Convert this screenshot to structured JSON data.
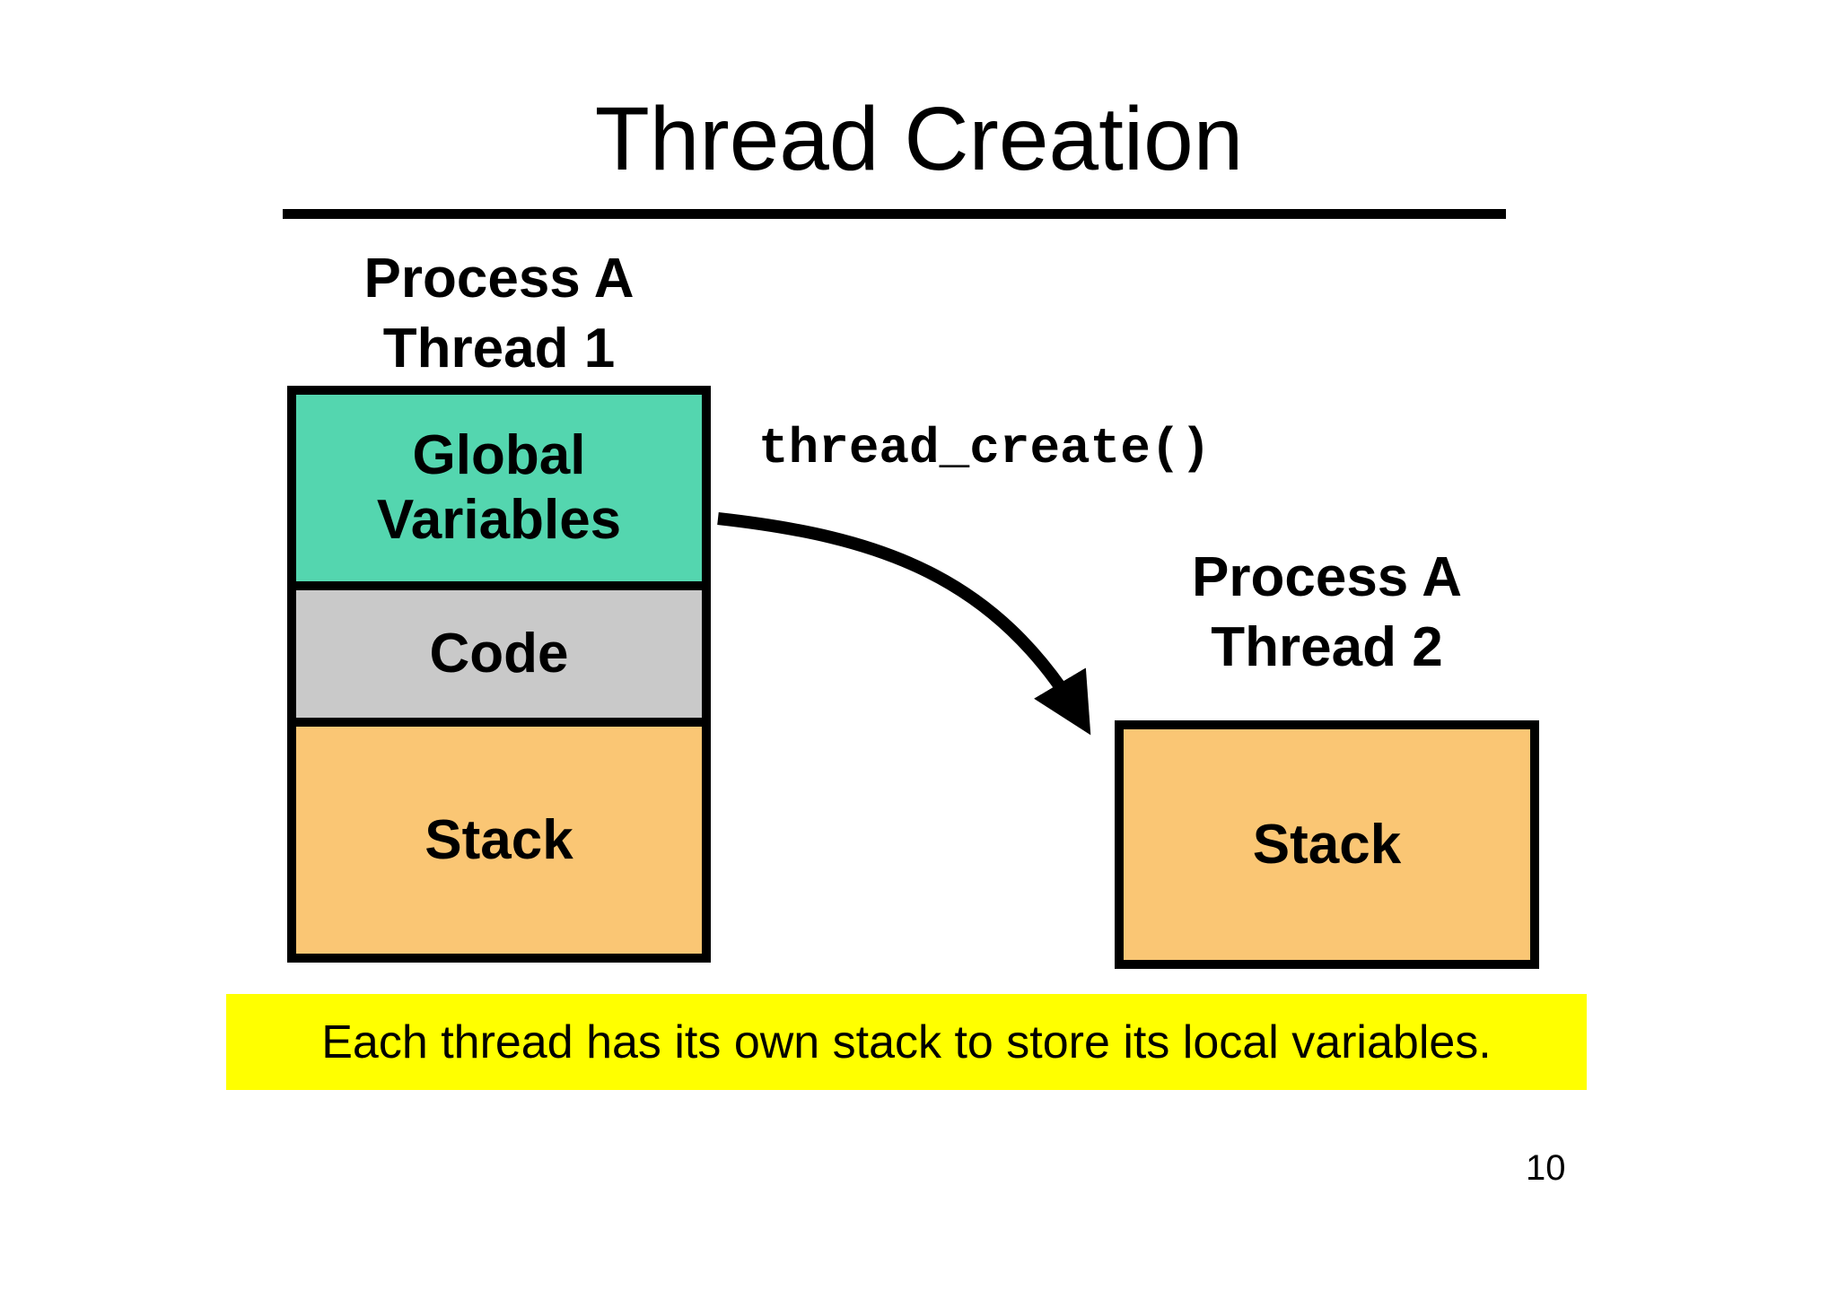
{
  "slide": {
    "title": "Thread Creation",
    "caption": "Each thread has its own stack to store its local variables.",
    "page_number": "10"
  },
  "function_call": "thread_create()",
  "thread1": {
    "heading": [
      "Process A",
      "Thread 1"
    ],
    "segments": {
      "global_variables": {
        "lines": [
          "Global",
          "Variables"
        ],
        "fill": "#54D6AF"
      },
      "code": {
        "label": "Code",
        "fill": "#C9C9C9"
      },
      "stack": {
        "label": "Stack",
        "fill": "#FAC674"
      }
    }
  },
  "thread2": {
    "heading": [
      "Process A",
      "Thread 2"
    ],
    "segments": {
      "stack": {
        "label": "Stack",
        "fill": "#FAC674"
      }
    }
  },
  "colors": {
    "teal": "#54D6AF",
    "gray": "#C9C9C9",
    "orange": "#FAC674",
    "highlight_yellow": "#FFFF00",
    "line_black": "#000000",
    "background": "#FFFFFF"
  }
}
